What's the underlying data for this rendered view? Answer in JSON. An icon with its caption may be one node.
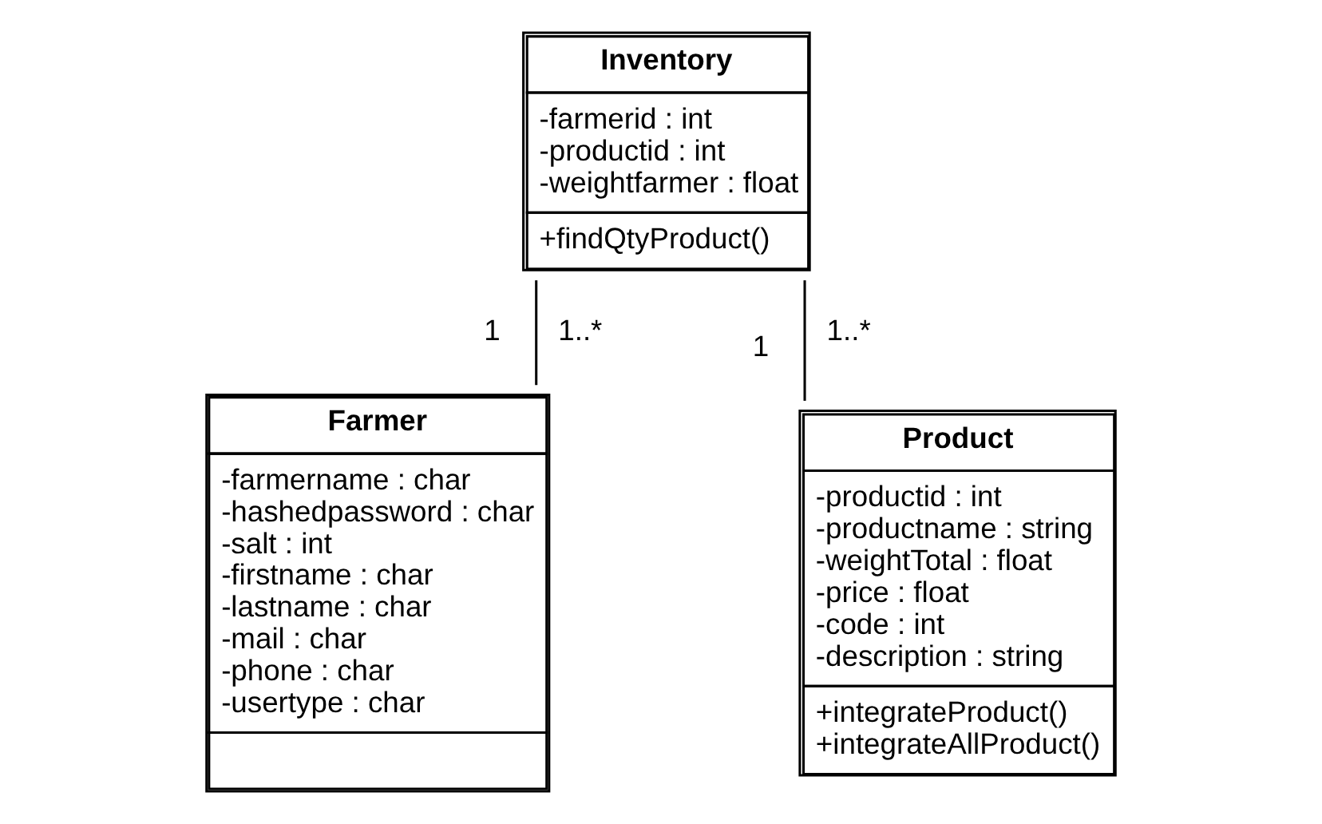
{
  "diagram": {
    "nodes": [
      {
        "text": [
          "Inventory",
          "-farmerid : int",
          "-productid : int",
          "-weightfarmer : float",
          "+findQtyProduct()"
        ]
      },
      {
        "text": [
          "Farmer",
          "-farmername : char",
          "-hashedpassword : char",
          "-salt : int",
          "-firstname : char",
          "-lastname : char",
          "-mail : char",
          "-phone : char",
          "-usertype : char"
        ]
      },
      {
        "text": [
          "Product",
          "-productid : int",
          "-productname : string",
          "-weightTotal : float",
          "-price : float",
          "-code : int",
          "-description : string",
          "+integrateProduct()",
          "+integrateAllProduct()"
        ]
      }
    ],
    "edges": [
      {
        "from": 0,
        "to": 1,
        "arrow": "none"
      },
      {
        "from": 0,
        "to": 2,
        "arrow": "none"
      }
    ],
    "labels": [
      "1..*",
      "1",
      "1..*",
      "1"
    ]
  }
}
